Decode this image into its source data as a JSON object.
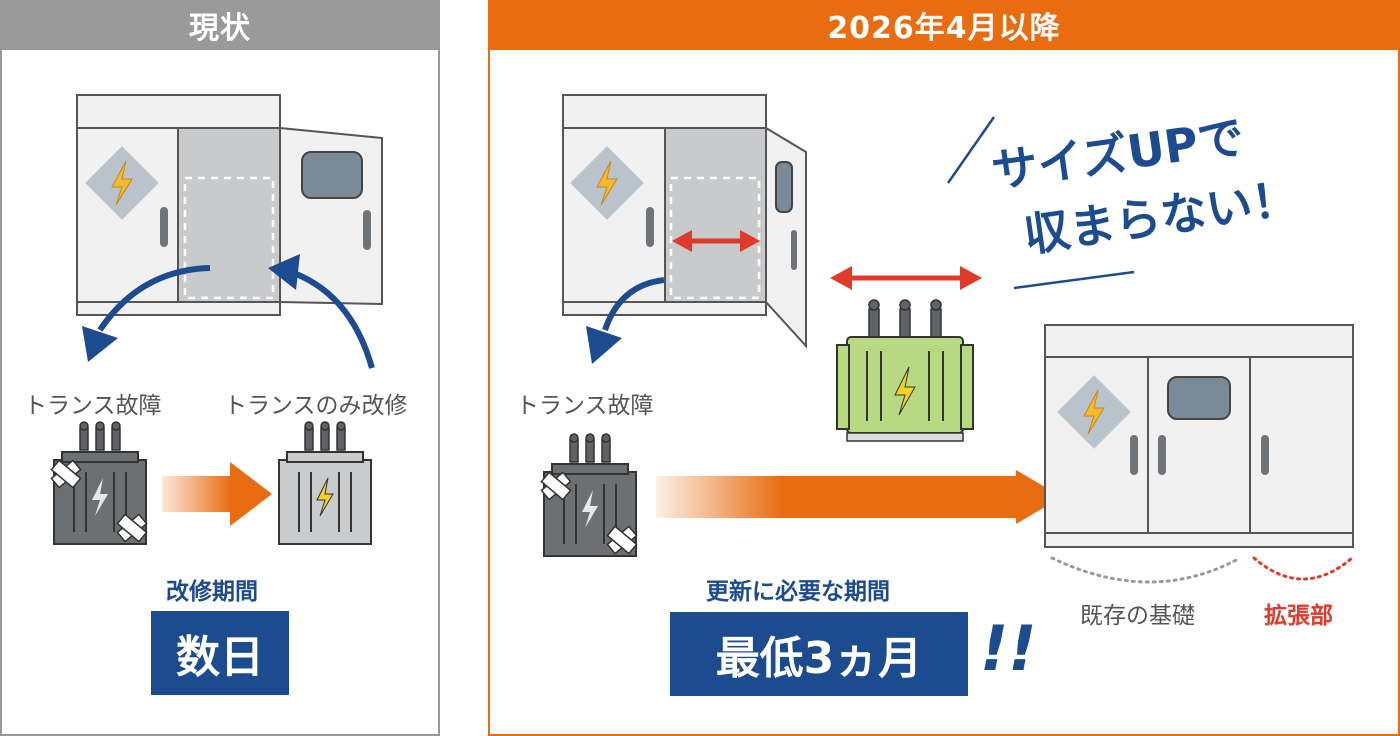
{
  "left_panel": {
    "header": "現状",
    "label_fault": "トランス故障",
    "label_repair": "トランスのみ改修",
    "period_label": "改修期間",
    "period_value": "数日"
  },
  "right_panel": {
    "header": "2026年4月以降",
    "label_fault": "トランス故障",
    "catch_line1": "サイズUPで",
    "catch_line2": "収まらない！",
    "period_label": "更新に必要な期間",
    "period_value": "最低3ヵ月",
    "exclaim": "!!",
    "foundation_existing": "既存の基礎",
    "foundation_extension": "拡張部"
  },
  "colors": {
    "orange": "#e96c10",
    "navy": "#1d4b8f",
    "gray": "#9a9a9a",
    "red": "#e03a2a",
    "lightning": "#f5b82e"
  }
}
